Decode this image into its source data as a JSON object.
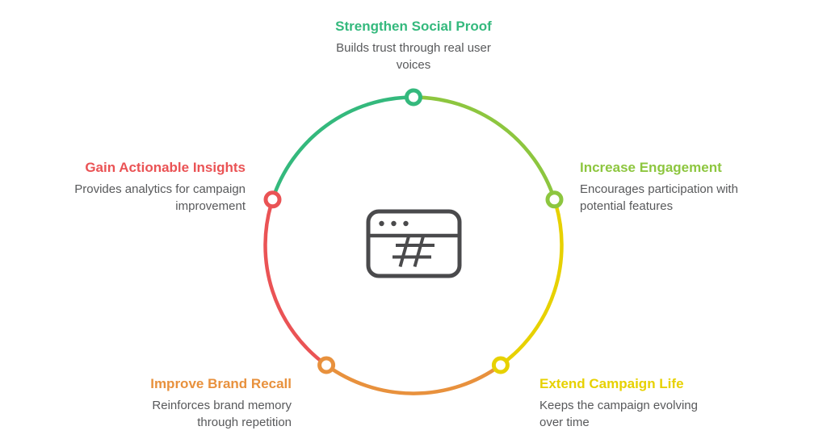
{
  "diagram": {
    "background_color": "#ffffff",
    "description_text_color": "#58595b",
    "icon_color": "#4a4a4c",
    "node_fill_color": "#ffffff",
    "center_icon": "browser-window-hashtag-icon",
    "items": [
      {
        "id": "strengthen-social-proof",
        "position": "top",
        "title": "Strengthen Social Proof",
        "description": "Builds trust through real user voices",
        "color": "#34b97d"
      },
      {
        "id": "increase-engagement",
        "position": "right",
        "title": "Increase Engagement",
        "description": "Encourages participation with potential features",
        "color": "#8dc63f"
      },
      {
        "id": "extend-campaign-life",
        "position": "bottom-right",
        "title": "Extend Campaign Life",
        "description": "Keeps the campaign evolving over time",
        "color": "#e7d100"
      },
      {
        "id": "improve-brand-recall",
        "position": "bottom-left",
        "title": "Improve Brand Recall",
        "description": "Reinforces brand memory through repetition",
        "color": "#e8913d"
      },
      {
        "id": "gain-actionable-insights",
        "position": "left",
        "title": "Gain Actionable Insights",
        "description": "Provides analytics for campaign improvement",
        "color": "#ea5355"
      }
    ]
  }
}
